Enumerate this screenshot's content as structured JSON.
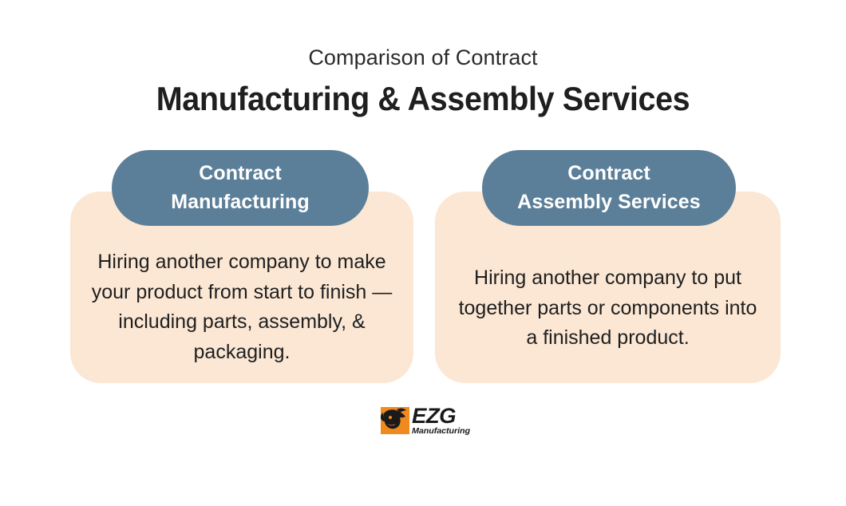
{
  "header": {
    "eyebrow": "Comparison of Contract",
    "headline": "Manufacturing & Assembly Services"
  },
  "columns": [
    {
      "pill_label": "Contract\nManufacturing",
      "body": "Hiring another company to make your product from start to finish — including parts, assembly, & packaging."
    },
    {
      "pill_label": "Contract\nAssembly Services",
      "body": "Hiring another company to put together parts or components into a finished product."
    }
  ],
  "logo": {
    "brand": "EZG",
    "tagline": "Manufacturing",
    "badge_icon": "bull-head-icon"
  },
  "colors": {
    "pill": "#5c7f99",
    "card": "#fbe7d4",
    "text": "#1f1f1f",
    "pill_text": "#ffffff",
    "logo_badge": "#f08a1e",
    "background": "#ffffff"
  }
}
